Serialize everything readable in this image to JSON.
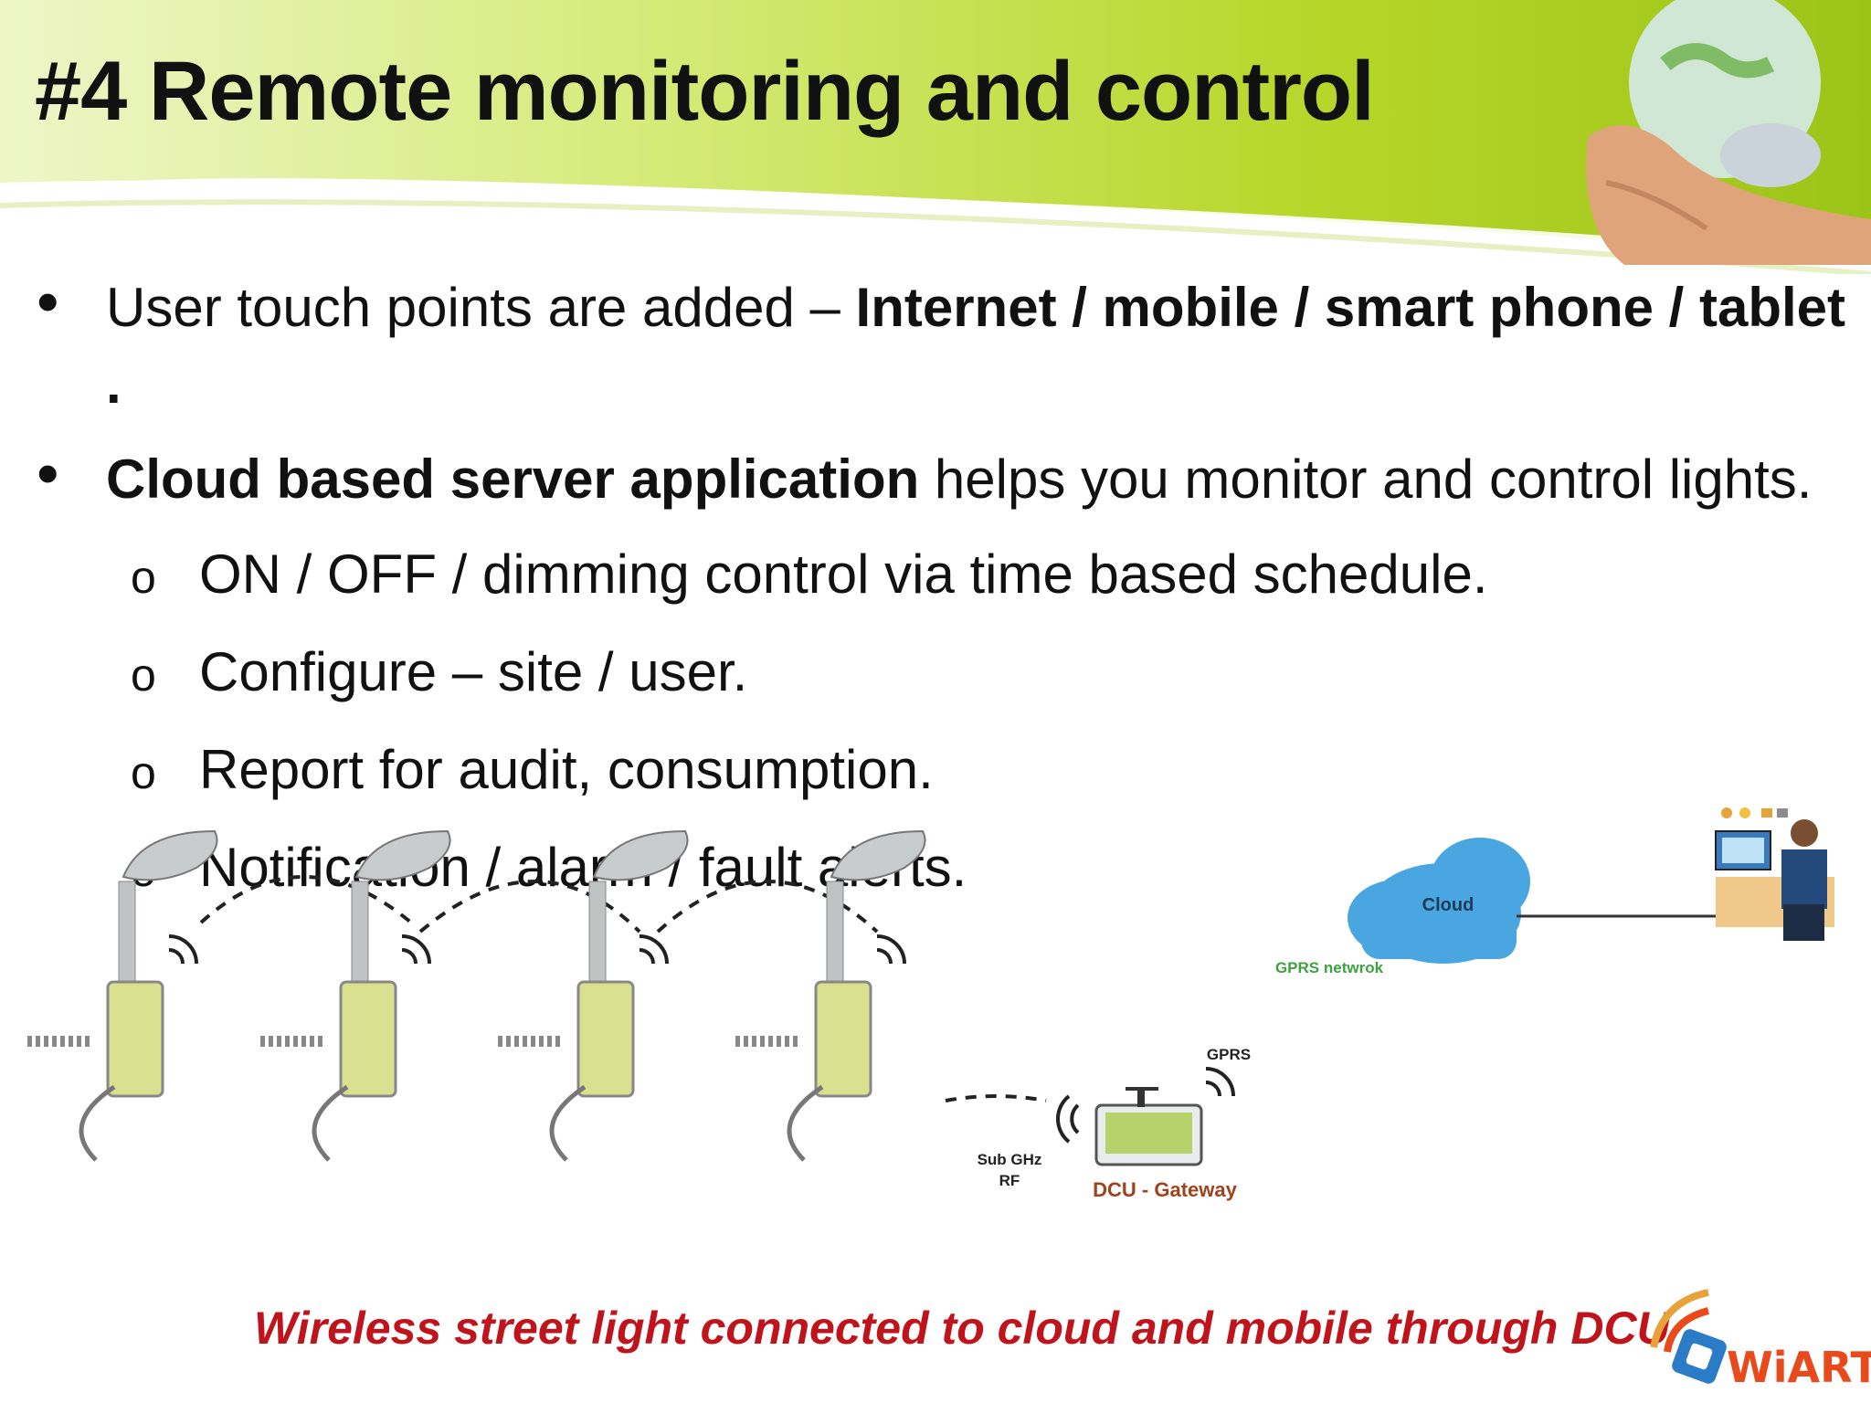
{
  "slide": {
    "title": "#4 Remote monitoring and control",
    "bullets": [
      {
        "text_plain": "User touch points are added – ",
        "text_bold": "Internet / mobile / smart phone / tablet ."
      },
      {
        "text_bold": "Cloud based server application",
        "text_plain": " helps you monitor and control lights."
      }
    ],
    "sub_bullets": [
      "ON / OFF / dimming control via time based schedule.",
      "Configure – site / user.",
      "Report for audit, consumption.",
      "Notification / alarm / fault alerts."
    ],
    "bullet_marker": "•",
    "sub_bullet_marker": "o"
  },
  "diagram": {
    "cloud_label": "Cloud",
    "gprs_network_label": "GPRS netwrok",
    "gprs_label": "GPRS",
    "rf_label_line1": "Sub GHz",
    "rf_label_line2": "RF",
    "gateway_label": "DCU - Gateway",
    "street_light_count": 4
  },
  "caption": "Wireless street light connected to cloud and mobile through DCU",
  "logo": {
    "text": "WiART"
  },
  "colors": {
    "header_green": "#b8d62a",
    "caption_red": "#c0141c",
    "cloud_blue": "#4aa6e0",
    "logo_orange": "#e84a1c"
  }
}
